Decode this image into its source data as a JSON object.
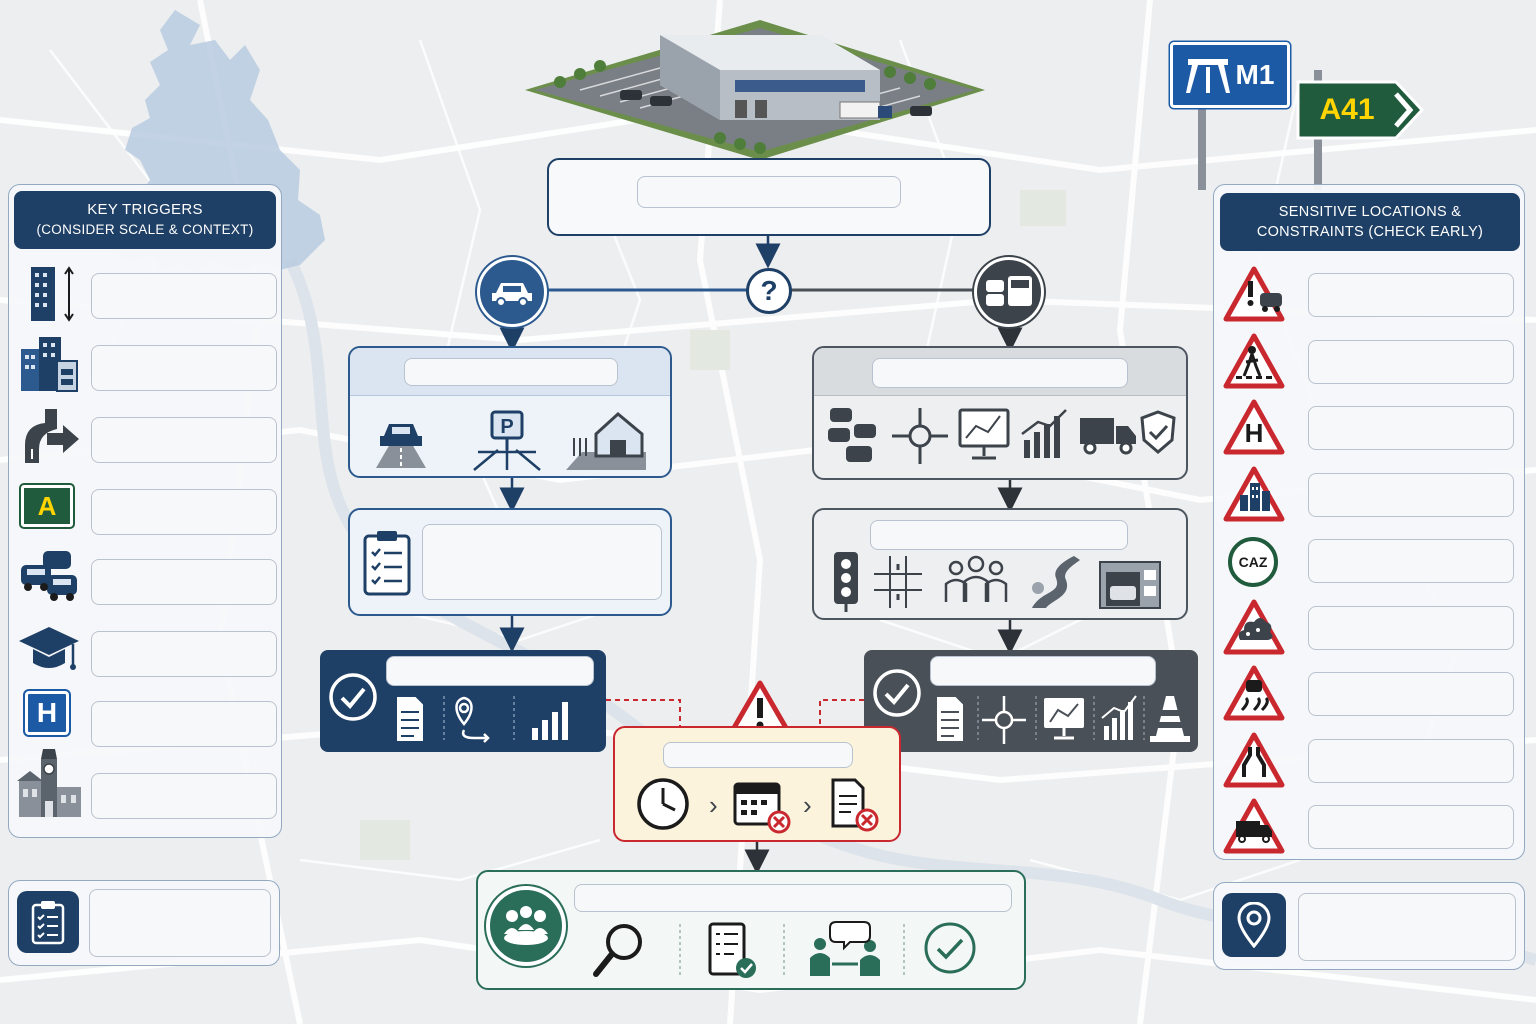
{
  "left_panel": {
    "title_line1": "KEY TRIGGERS",
    "title_line2": "(CONSIDER SCALE & CONTEXT)",
    "items": [
      {
        "icon": "tall-building-height-icon"
      },
      {
        "icon": "office-buildings-icon"
      },
      {
        "icon": "road-junction-arrow-icon"
      },
      {
        "icon": "a-road-sign-icon",
        "letter": "A"
      },
      {
        "icon": "traffic-cars-icon"
      },
      {
        "icon": "graduation-cap-icon"
      },
      {
        "icon": "hospital-sign-icon",
        "letter": "H"
      },
      {
        "icon": "town-hall-clock-tower-icon"
      }
    ]
  },
  "left_footer": {
    "icon": "clipboard-checklist-icon"
  },
  "right_panel": {
    "title_line1": "SENSITIVE LOCATIONS &",
    "title_line2": "CONSTRAINTS (CHECK EARLY)",
    "items": [
      {
        "icon": "warning-traffic-sign-icon"
      },
      {
        "icon": "pedestrian-crossing-sign-icon"
      },
      {
        "icon": "hospital-warning-sign-icon",
        "letter": "H"
      },
      {
        "icon": "urban-area-sign-icon"
      },
      {
        "icon": "clean-air-zone-icon",
        "label": "CAZ"
      },
      {
        "icon": "air-pollution-sign-icon"
      },
      {
        "icon": "slippery-road-sign-icon"
      },
      {
        "icon": "road-narrows-sign-icon"
      },
      {
        "icon": "lorry-sign-icon"
      }
    ]
  },
  "right_footer": {
    "icon": "location-pin-icon"
  },
  "road_signs": {
    "motorway": "M1",
    "a_road": "A41"
  },
  "decision": {
    "symbol": "?"
  },
  "review_box": {
    "icon": "meeting-group-icon"
  },
  "colors": {
    "navy": "#1e3f66",
    "blue_accent": "#2c5a8e",
    "dark_grey": "#4a5058",
    "warning_red": "#c8282e",
    "warning_fill": "#fcf3dc",
    "green": "#2a6e5a",
    "motorway_blue": "#1d5aa6",
    "primary_route_green": "#1f5b3c",
    "primary_route_yellow": "#ffd400"
  }
}
